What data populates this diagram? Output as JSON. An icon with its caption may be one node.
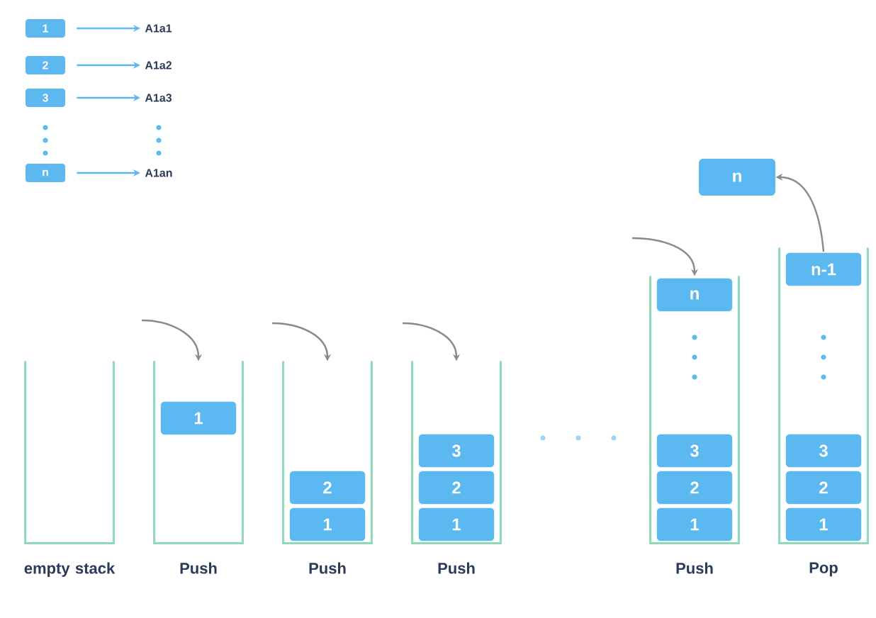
{
  "diagram": {
    "nodes": [
      {
        "text": [
          "1"
        ]
      },
      {
        "text": [
          "A1a1"
        ]
      },
      {
        "text": [
          "2"
        ]
      },
      {
        "text": [
          "A1a2"
        ]
      },
      {
        "text": [
          "3"
        ]
      },
      {
        "text": [
          "A1a3"
        ]
      },
      {
        "text": [
          "n"
        ]
      },
      {
        "text": [
          "A1an"
        ]
      },
      {
        "text": [
          "empty stack"
        ]
      },
      {
        "text": [
          "Push"
        ]
      },
      {
        "text": [
          "1"
        ],
        "in": 9
      },
      {
        "text": [
          "Push"
        ]
      },
      {
        "text": [
          "2"
        ],
        "in": 11
      },
      {
        "text": [
          "1"
        ],
        "in": 11
      },
      {
        "text": [
          "Push"
        ]
      },
      {
        "text": [
          "3"
        ],
        "in": 14
      },
      {
        "text": [
          "2"
        ],
        "in": 14
      },
      {
        "text": [
          "1"
        ],
        "in": 14
      },
      {
        "text": [
          "Push"
        ]
      },
      {
        "text": [
          "n"
        ],
        "in": 18
      },
      {
        "text": [
          "3"
        ],
        "in": 18
      },
      {
        "text": [
          "2"
        ],
        "in": 18
      },
      {
        "text": [
          "1"
        ],
        "in": 18
      },
      {
        "text": [
          "n"
        ]
      },
      {
        "text": [
          "Pop"
        ]
      },
      {
        "text": [
          "n-1"
        ],
        "in": 24
      },
      {
        "text": [
          "3"
        ],
        "in": 24
      },
      {
        "text": [
          "2"
        ],
        "in": 24
      },
      {
        "text": [
          "1"
        ],
        "in": 24
      }
    ],
    "edges": [
      {
        "from": 0,
        "to": 1,
        "arrow": "to",
        "color": "#5bb8f0"
      },
      {
        "from": 2,
        "to": 3,
        "arrow": "to",
        "color": "#5bb8f0"
      },
      {
        "from": 4,
        "to": 5,
        "arrow": "to",
        "color": "#5bb8f0"
      },
      {
        "from": 6,
        "to": 7,
        "arrow": "to",
        "color": "#5bb8f0"
      },
      {
        "from": null,
        "to": 9,
        "arrow": "to"
      },
      {
        "from": null,
        "to": 11,
        "arrow": "to"
      },
      {
        "from": null,
        "to": 14,
        "arrow": "to"
      },
      {
        "from": null,
        "to": 18,
        "arrow": "to"
      },
      {
        "from": 25,
        "to": 23,
        "arrow": "to"
      }
    ]
  }
}
